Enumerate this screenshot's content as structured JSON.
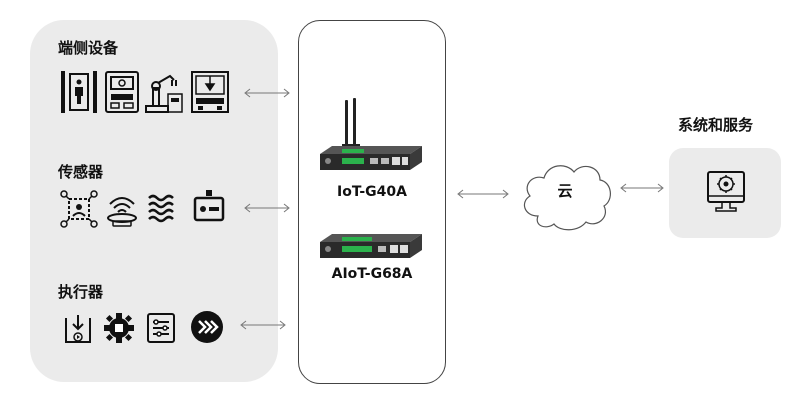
{
  "groups": {
    "endpoint_devices": "端侧设备",
    "sensors": "传感器",
    "actuators": "执行器"
  },
  "devices": {
    "gateway_a": "IoT-G40A",
    "gateway_b": "AIoT-G68A"
  },
  "cloud": "云",
  "services": "系统和服务",
  "icons": {
    "endpoint": [
      "elevator-icon",
      "control-panel-icon",
      "robot-arm-icon",
      "machine-tool-icon"
    ],
    "sensors": [
      "face-scan-icon",
      "signal-sensor-icon",
      "heat-waves-icon",
      "meter-icon"
    ],
    "actuators": [
      "download-play-icon",
      "gear-icon",
      "sliders-panel-icon",
      "fast-forward-icon"
    ],
    "services": "monitor-gear-icon"
  }
}
